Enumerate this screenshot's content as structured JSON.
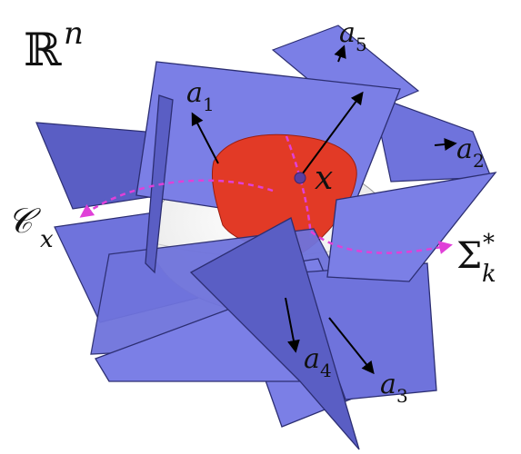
{
  "labels": {
    "space": "ℝ",
    "space_exp": "n",
    "a1": "a",
    "a1_sub": "1",
    "a2": "a",
    "a2_sub": "2",
    "a3": "a",
    "a3_sub": "3",
    "a4": "a",
    "a4_sub": "4",
    "a5": "a",
    "a5_sub": "5",
    "x": "x",
    "cx": "𝒞",
    "cx_sub": "x",
    "sigma": "Σ",
    "sigma_sub": "k",
    "sigma_sup": "*"
  },
  "colors": {
    "plane_fill": "#7b7fe6",
    "plane_dark": "#5a5ec4",
    "plane_edge": "#2c2e72",
    "cap": "#e23a26",
    "sphere": "#f2f2f2",
    "arc_magenta": "#e040d8",
    "point": "#5a3fa0",
    "arrow": "#000000"
  }
}
